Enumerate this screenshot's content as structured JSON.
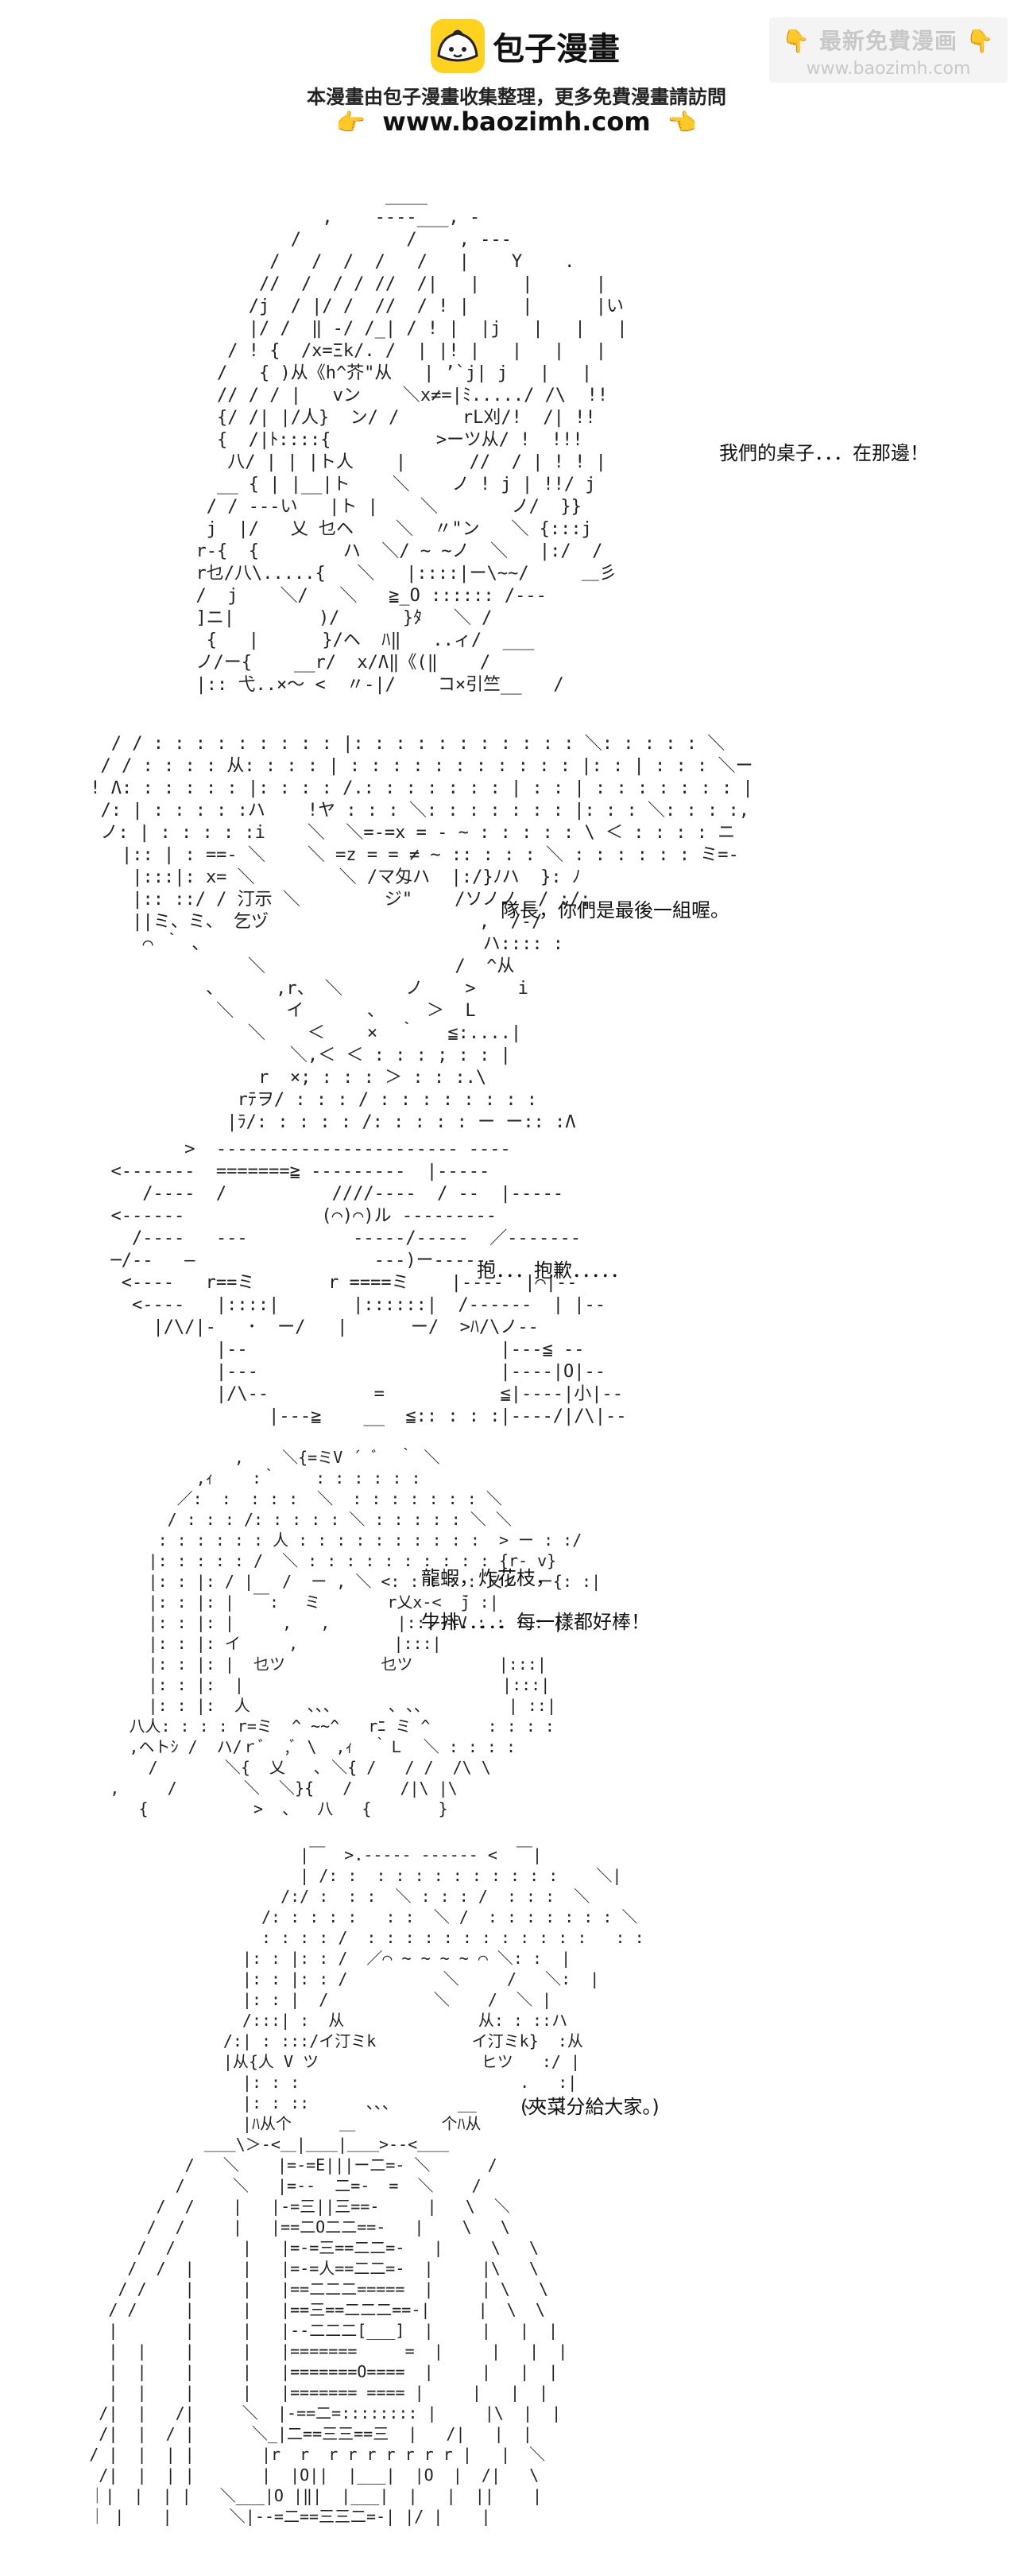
{
  "header": {
    "logo_text": "包子漫畫",
    "tagline": "本漫畫由包子漫畫收集整理，更多免費漫畫請訪問",
    "site_url": "www.baozimh.com",
    "hand_left": "👉",
    "hand_right": "👈"
  },
  "watermark": {
    "title": "最新免費漫画",
    "url": "www.baozimh.com",
    "hand": "👇"
  },
  "panels": [
    {
      "captions": [
        "我們的桌子．．．在那邊！"
      ],
      "art": "                    ____\n              ,    ----___, -\n           /          /    , ---\n         /   /  /  /   /   |    Y    .    \n        //  /  / / //  /|   |    |      |  \n       /j  / |/ /  //  / ! |     |      |い\n       |/ /  ‖ -/ /_| / ! |  |j   |   |   |\n     / ! {  /x=Ξk/. /  | |! |   |   |   |\n    /   { )从《h^芥\"从   | ’`j| j   |   |\n    // / / |   vン    ＼x≠=|ﾐ...../ /\\  !!\n    {/ /| |/人}  ン/ /      rL刈/!  /| !!\n    {  /|ﾄ::::{          >ーツ从/ !  !!!\n     八/ | | |ト人    |      //  / | ! ! |\n    __ { | |__|ト    ＼    ノ ! j | !!/ j\n   / / ---い   |ト |    ＼       ノ/  }} \n   j  |/   乂 乜ヘ    ＼  〃\"ン   ＼ {:::j\n  r-{  {        ハ  ＼/ ~ ~ノ  ＼   |:/  /\n  r乜/八\\.....{   ＼   |::::|ー\\~~/     ＿彡\n  /  j    ＼/   ＼   ≧_O :::::: /--- \n  ]ニ|        )/      }ﾀ   ＼ /   \n   {   |      }/ヘ  ﾊ‖   ..ィ/  ___\n  ノ/ー{    __r/  x/Λ‖《(‖    /    \n  |:: 弋..×〜 <  〃-|/    コ×引竺__   /"
    },
    {
      "captions": [
        "隊長，你們是最後一組喔。"
      ],
      "art": "   / / : : : : : : : : : |: : : : : : : : : : : ＼: : : : : ＼\n  / / : : : : 从: : : : | : : : : : : : : : : : |: : | : : : ＼ー\n ! Λ: : : : : : |: : : : /.: : : : : : : | : : | : : : : : : : |  \n  /: | : : : : :ハ    !ヤ : : : ＼: : : : : : : |: : : ＼: : : :,  \n  ノ: | : : : : :i    ＼  ＼=-=x = - ~ : : : : : \\ ＜ : : : : ニ\n    |:: | : ==- ＼    ＼ =z = = ≠ ~ :: : : : ＼ : : : : : : ミ=-\n     |:::|: x= ＼        ＼ /マ匁ハ  |:/}ﾉハ  }: ﾉ\n     |:: ::/ / 汀示 ＼        ジ\"    /ソノノ  / :/:\n     ||ミ、ミ、 乞ヅ                    ,  /-/\n      ⌒ ｀ 、                          ハ:::: :\n                ＼                  /  ^从\n            、     ,r、 ＼      ノ    >    i\n             ＼     イ      、    ＞  L\n                ＼    ＜    ×  ｀   ≦:....|\n                    ＼,＜ ＜ : : : ; : : |\n                 r  ×; : : : ＞ : : :.\\ \n               rﾃヲ/ : : : / : : : : : : : : \n              |ﾗ/: : : : : /: : : : : ー ー:: :Λ"
    },
    {
      "captions": [
        "抱．．．抱歉．．．．．"
      ],
      "art": "             >  ----------------------- ----\n      <-------  =======≧ ---------  |-----\n         /----  /          ////----  / --  |-----\n      <------             (⌒)⌒)ル ---------\n        /----   ---          -----/-----  ／-------\n      ─/--   ―                 ---)ー------\n       <----   r==ミ       r ====ミ    |----  |⌒|--\n        <----   |::::|       |::::::|  /------  | |--\n          |/\\/|‐   ･  ー/   |      ー/  >ﾊ/\\ノ--\n                |--                        |---≦ --\n                |---                       |----|O|--\n                |/\\--          =           ≦|----|小|--\n                     |---≧    __  ≦:: : : :|----/|/\\|--"
    },
    {
      "captions": [
        "龍蝦，炸花枝，",
        "牛排．．．．．每一樣都好棒！"
      ],
      "art": "                      ,    ＼{=ミV ´ ﾞ  ｀ ＼\n                  ,ｨ    :｀    : : : : : :\n                ／:  :  : : :  ＼  : : : : : : : ＼\n               / : : : /: : : : : ＼ : : : : : ＼ ＼\n              : : : : : : 人 : : : : : : : : : :  > ー : :/\n             |: : : : : /  ＼ : : : : : : : : : : {r‐ v}\n             |: : |: / |   /  ー , ＼ <: : : : : 乂ノ  ー{: :|\n             |: : |: |  ￣: 　ミ       r乂x‐<  ̄j :|\n             |: : |: |     ,   ,       |::ノハV : : : : |\n             |: : |: イ     ,          |:::|\n             |: : |: |  乜ツ          乜ツ         |:::|\n             |: : |:  |                           |:::|\n             |: : |:  人      ､､､      ､ ､､         | ::|\n           八人: : : : r=ミ  ^ ~~^   rﾆ ミ ^      : : : :\n           ,ヘトｼ /  ハ/ｒﾞ  ,ﾞ \\  ,ｨ  ｀Ｌ  ＼ : : : : \n             /       ＼{  乂   ､ ＼{ /   / /  /\\ \\\n         ,     /       ＼  ＼}{   /     /|\\ |\\\n            {           >  、  八   {       }"
    },
    {
      "captions": [
        "(夾菜分給大家。)"
      ],
      "art": "                            |￣  >.----- ------ <  ￣|\n                            | /: :  : : : : : : : : : :    ＼|\n                          /:/ :  : :  ＼ : : : /  : : :  ＼\n                        /: : : : :   : :  ＼ /  : : : : : : : ＼\n                        : : : : /  : : : : : : : : : : : :   : : \n                      |: : |: : /  ／⌒ ~ ~ ~ ~ ⌒ ＼: :  |\n                      |: : |: : /          ＼     /   ＼:  |\n                      |: : |  /           ＼    /  ＼ |\n                      /:::| :  从              从: : ::ハ\n                    /:| : :::/イ汀ミk          イ汀ミk}  :从\n                    |从{人 V ツ                 ヒツ   :/ |\n                      |: : :                       .   :|\n                      |: : ::      ､､､       __     ､､､ |\n                      |ﾊ从个     ＿         个ﾊ从\n                  ＿＿\\＞-<＿|＿＿|＿＿>--<＿＿\n                /   ＼    |=-=E|||ー二=- ＼      /\n               /     ＼   |=--  二=-  =  ＼    /  \n             /  /    |   |-=三||三==-     |   \\  ＼\n            /  /     |   |==二O二二==-   |    \\   \\\n           /  /       |   |=-=三==二二=-   |     \\   \\\n          /  /  |     |   |=-=人==二二=-  |     |\\   \\\n         / /    |     |   |==二二二=====  |     | \\   \\\n        / /     |     |   |==三==二二二==-|     |  \\  \\\n        |       |     |   |--二二二[___]  |     |   |  |\n        |  |    |     |   |=======     =  |     |   |  |\n        |  |    |     |   |=======O====  |     |   |  |\n        |  |    |     |   |======= ==== |     |   |  |\n       /|  |   /|     ＼  |-==二=:::::::: |     |\\  |  |\n       /|  |  / |      ＼_|二==三三==三  |   /|   |  |\n      / |  |  | |       |r  r  r r r r r r r |   |  ＼ \n       /|  |  | |       |  |O||  |___|  |O  |  /|   \\\n      ｜|  |  | |   ＼___|O |‖|  |___|  |   |  ||    |\n      ｜ |    |      ＼|--=二==三三二=-| |/ |    |"
    }
  ]
}
